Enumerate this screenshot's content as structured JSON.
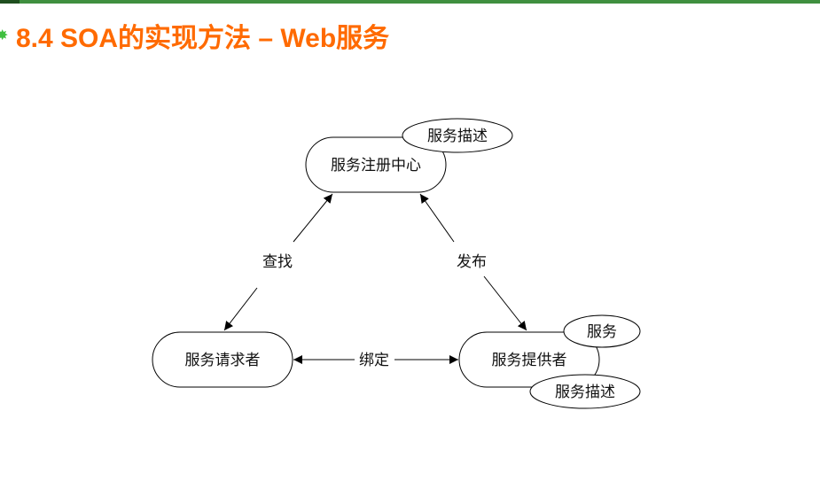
{
  "header": {
    "title": "8.4  SOA的实现方法 – Web服务"
  },
  "colors": {
    "title": "#ff6a00",
    "accent_bar": "#3f8f3f",
    "bullet": "#3fbf3f"
  },
  "icons": {
    "bullet": "gear-bullet-icon"
  },
  "diagram": {
    "nodes": {
      "registry": "服务注册中心",
      "requester": "服务请求者",
      "provider": "服务提供者"
    },
    "tags": {
      "registry_desc": "服务描述",
      "provider_service": "服务",
      "provider_desc": "服务描述"
    },
    "edges": {
      "find": "查找",
      "publish": "发布",
      "bind": "绑定"
    }
  }
}
